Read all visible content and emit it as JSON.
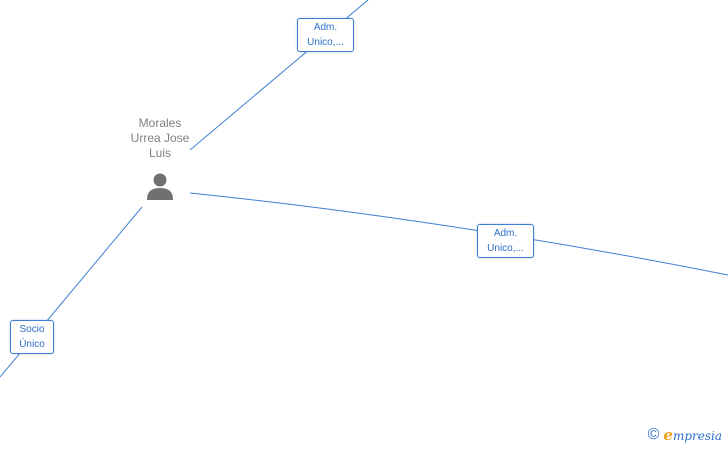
{
  "nodes": {
    "person": {
      "name_lines": [
        "Morales",
        "Urrea Jose",
        "Luis"
      ],
      "icon": "person-icon"
    }
  },
  "edges": [
    {
      "label_lines": [
        "Adm.",
        "Unico,..."
      ]
    },
    {
      "label_lines": [
        "Adm.",
        "Unico,..."
      ]
    },
    {
      "label_lines": [
        "Socio",
        "Único"
      ]
    }
  ],
  "watermark": {
    "symbol": "©",
    "brand_initial": "e",
    "brand_rest": "mpresia"
  },
  "colors": {
    "edge": "#3f7fd3",
    "label_text": "#2c6ec9",
    "node_text": "#808080",
    "icon": "#707070"
  }
}
